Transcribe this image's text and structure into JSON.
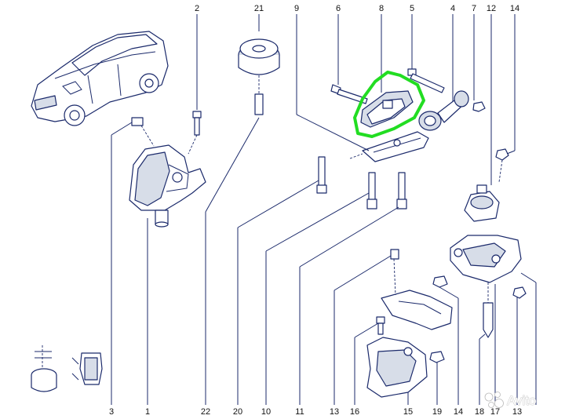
{
  "diagram": {
    "type": "exploded-parts-diagram",
    "callouts": {
      "c2": "2",
      "c21": "21",
      "c9": "9",
      "c6": "6",
      "c8": "8",
      "c5": "5",
      "c4": "4",
      "c7": "7",
      "c12": "12",
      "c14_top": "14",
      "c3": "3",
      "c1": "1",
      "c22": "22",
      "c20": "20",
      "c10": "10",
      "c11": "11",
      "c13_mid": "13",
      "c16": "16",
      "c15": "15",
      "c19": "19",
      "c18": "18",
      "c17": "17",
      "c13_right": "13",
      "c14_right": "14"
    },
    "highlight": {
      "part_callout": "8",
      "color": "#22dd22"
    },
    "line_color": "#1b2a6b"
  },
  "watermark": {
    "text": "Avito"
  }
}
